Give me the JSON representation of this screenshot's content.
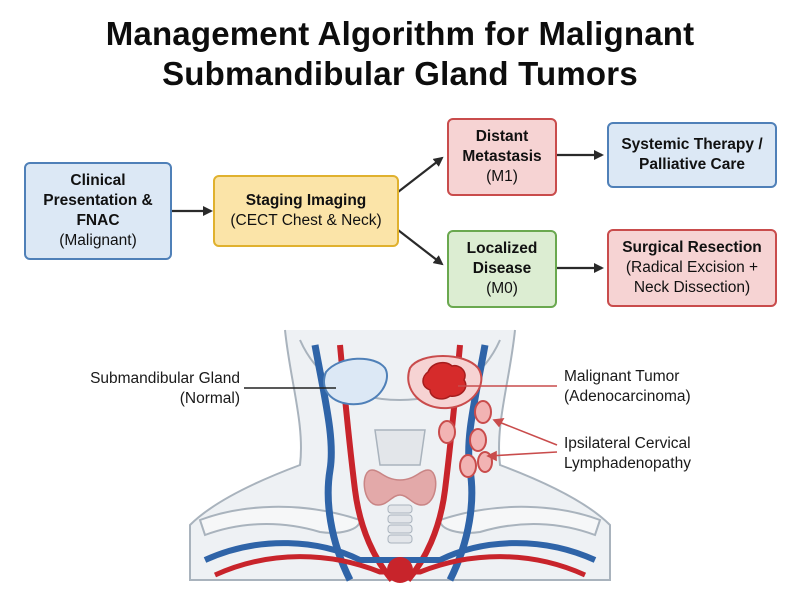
{
  "title": {
    "line1": "Management Algorithm for Malignant",
    "line2": "Submandibular Gland Tumors"
  },
  "flow": {
    "clinical": {
      "line1": "Clinical",
      "line2": "Presentation &",
      "line3": "FNAC",
      "line4": "(Malignant)"
    },
    "staging": {
      "line1": "Staging Imaging",
      "line2": "(CECT Chest & Neck)"
    },
    "distant": {
      "line1": "Distant",
      "line2": "Metastasis",
      "line3": "(M1)"
    },
    "localized": {
      "line1": "Localized",
      "line2": "Disease",
      "line3": "(M0)"
    },
    "systemic": {
      "line1": "Systemic Therapy /",
      "line2": "Palliative Care"
    },
    "surgical": {
      "line1": "Surgical Resection",
      "line2": "(Radical Excision +",
      "line3": "Neck Dissection)"
    }
  },
  "anatomy": {
    "gland_label": {
      "line1": "Submandibular Gland",
      "line2": "(Normal)"
    },
    "tumor_label": {
      "line1": "Malignant Tumor",
      "line2": "(Adenocarcinoma)"
    },
    "lymph_label": {
      "line1": "Ipsilateral Cervical",
      "line2": "Lymphadenopathy"
    }
  },
  "colors": {
    "box_blue": "#4f80b8",
    "box_yellow": "#e0b12e",
    "box_red": "#c94c4c",
    "box_green": "#6aa84f",
    "artery": "#c8242b",
    "vein": "#2f64a8"
  }
}
